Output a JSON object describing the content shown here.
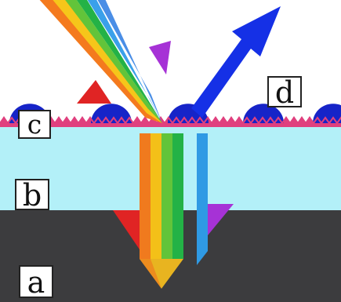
{
  "diagram": {
    "labels": {
      "a": "a",
      "b": "b",
      "c": "c",
      "d": "d"
    },
    "layers": {
      "substrate": {
        "name": "substrate-layer",
        "color": "#3c3c3e"
      },
      "film": {
        "name": "film-layer",
        "color": "#b3f0f8"
      },
      "coating": {
        "name": "coating-layer",
        "color": "#e0407e"
      }
    },
    "bump_color": "#1624c8",
    "reflected_arrow_color": "#1530e6",
    "spectrum_colors": [
      "#e02424",
      "#f47a1e",
      "#f6c61a",
      "#62c43a",
      "#23b246",
      "#3aa0ea",
      "#a030d8"
    ],
    "transmitted_colors": [
      "#f07a1e",
      "#f3c018",
      "#62c43a",
      "#23b246"
    ],
    "violet_accent": "#a632d6",
    "blue_beam": "#2f9ae4"
  }
}
